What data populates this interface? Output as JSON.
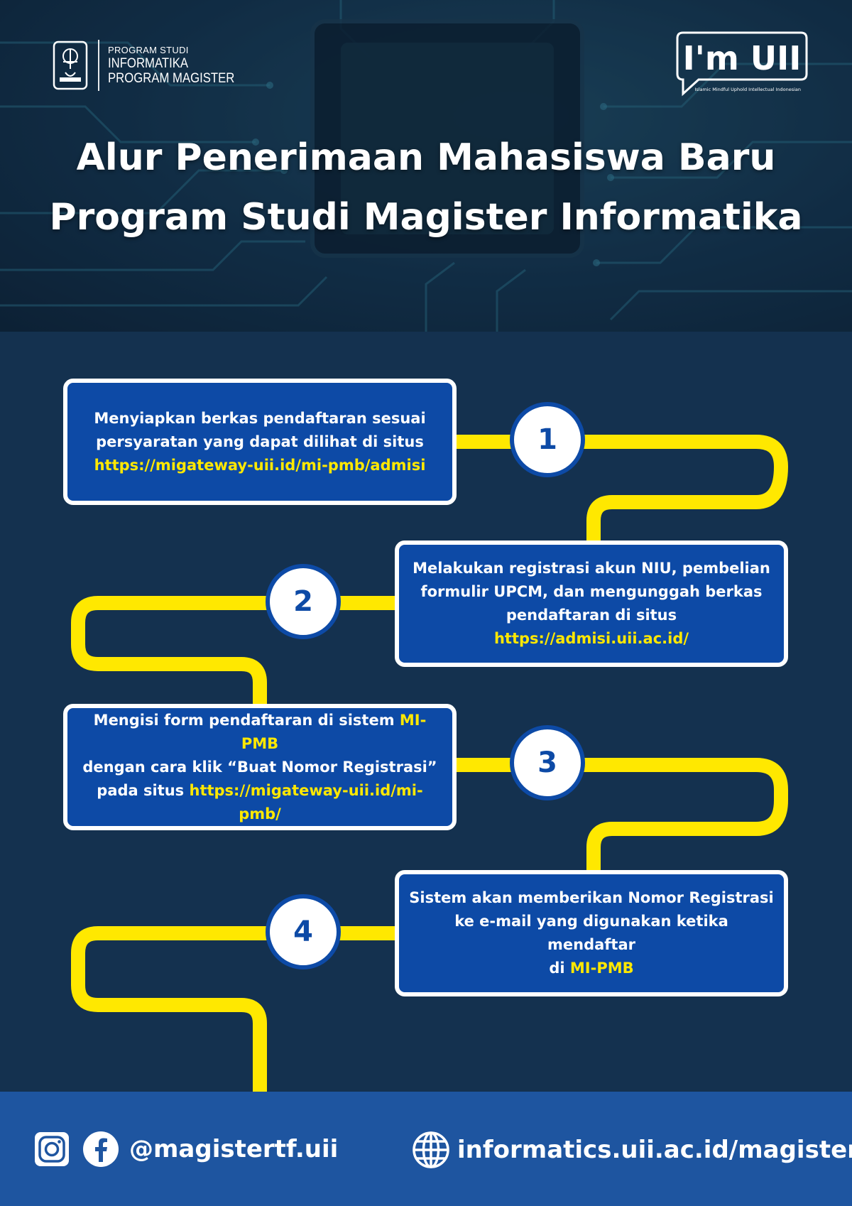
{
  "header": {
    "program_label": "PROGRAM STUDI",
    "program_name_1": "INFORMATIKA",
    "program_name_2": "PROGRAM MAGISTER",
    "brand_logo": "I'm UII",
    "brand_tagline": "Islamic Mindful Uphold Intellectual Indonesian",
    "title_line1": "Alur Penerimaan Mahasiswa Baru",
    "title_line2": "Program Studi Magister Informatika"
  },
  "steps": [
    {
      "number": "1",
      "line1": "Menyiapkan berkas pendaftaran sesuai",
      "line2": "persyaratan yang dapat dilihat di situs",
      "link": "https://migateway-uii.id/mi-pmb/admisi"
    },
    {
      "number": "2",
      "line1": "Melakukan registrasi akun NIU, pembelian",
      "line2": "formulir UPCM, dan mengunggah berkas",
      "line3_prefix": "pendaftaran di situs ",
      "link": "https://admisi.uii.ac.id/"
    },
    {
      "number": "3",
      "line1_prefix": "Mengisi form pendaftaran di sistem ",
      "line1_highlight": "MI-PMB",
      "line2": "dengan cara klik “Buat Nomor Registrasi”",
      "line3_prefix": "pada situs ",
      "link": "https://migateway-uii.id/mi-pmb/"
    },
    {
      "number": "4",
      "line1": "Sistem akan memberikan Nomor Registrasi",
      "line2": "ke e-mail yang digunakan ketika mendaftar",
      "line3_prefix": "di ",
      "line3_highlight": "MI-PMB"
    }
  ],
  "footer": {
    "social_handle": "@magistertf.uii",
    "website": "informatics.uii.ac.id/magister",
    "icons": [
      "instagram-icon",
      "facebook-icon",
      "globe-icon"
    ]
  },
  "colors": {
    "background": "#14314f",
    "box_blue": "#0d4aa6",
    "highlight_yellow": "#ffe800",
    "footer_blue": "#1e55a0"
  }
}
